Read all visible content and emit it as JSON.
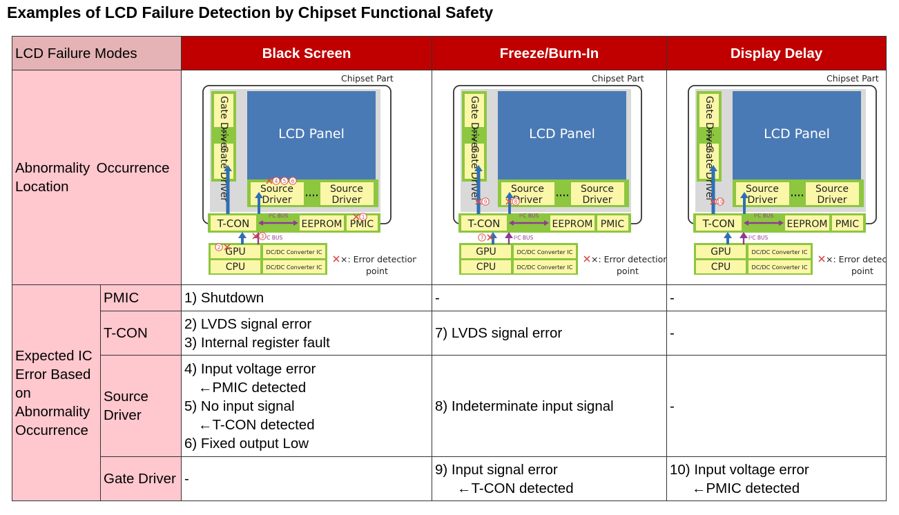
{
  "title": "Examples of LCD Failure Detection by Chipset Functional Safety",
  "header": {
    "label": "LCD Failure Modes",
    "columns": [
      "Black Screen",
      "Freeze/Burn-In",
      "Display Delay"
    ]
  },
  "location_label": "Abnormality  Occurrence Location",
  "expected_label": "Expected IC Error Based on Abnormality Occurrence",
  "diagram": {
    "chipset_part": "Chipset Part",
    "lcd_panel": "LCD Panel",
    "gate_driver": "Gate Driver",
    "source_driver_1": "Source",
    "source_driver_2": "Driver",
    "tcon": "T-CON",
    "eeprom": "EEPROM",
    "pmic": "PMIC",
    "gpu": "GPU",
    "cpu": "CPU",
    "dcdc": "DC/DC Converter IC",
    "i2c_bus": "I²C BUS",
    "legend_1": "×: Error detection",
    "legend_2": "point",
    "colors": {
      "panel": "#4a7ab5",
      "green": "#8dc63f",
      "yellow": "#fbf7a8",
      "arrow_blue": "#2f6fb5",
      "arrow_purple": "#8e3b91",
      "mark_red": "#d9534f"
    }
  },
  "rows": [
    {
      "ic": "PMIC",
      "cells": [
        [
          "1) Shutdown"
        ],
        [
          "-"
        ],
        [
          "-"
        ]
      ]
    },
    {
      "ic": "T-CON",
      "cells": [
        [
          "2) LVDS signal error",
          "3) Internal register fault"
        ],
        [
          "7) LVDS signal error"
        ],
        [
          "-"
        ]
      ]
    },
    {
      "ic": "Source Driver",
      "cells": [
        [
          "4) Input voltage error",
          "←PMIC detected",
          "5) No input signal",
          "←T-CON detected",
          "6) Fixed output Low"
        ],
        [
          "8) Indeterminate input signal"
        ],
        [
          "-"
        ]
      ]
    },
    {
      "ic": "Gate Driver",
      "cells": [
        [
          "-"
        ],
        [
          "9) Input signal error",
          "←T-CON detected"
        ],
        [
          "10) Input voltage error",
          "←PMIC detected"
        ]
      ]
    }
  ]
}
